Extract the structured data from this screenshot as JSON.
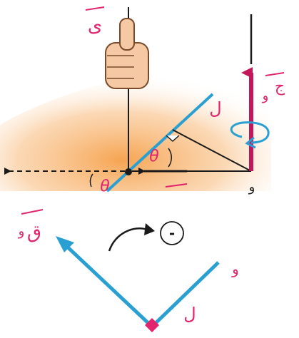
{
  "top_panel": {
    "labels": {
      "vector_y": "ى",
      "vector_z": "ج",
      "vector_z_sub": "و",
      "length": "ل",
      "angle_mid": "θ",
      "angle_bottom": "θ",
      "origin": "و"
    }
  },
  "bottom_panel": {
    "labels": {
      "vector_label": "ق",
      "vector_sub": "و",
      "length": "ل",
      "right_end": "و",
      "sign": "-"
    }
  },
  "colors": {
    "magenta": "#c2185b",
    "blue": "#2aa0d2",
    "pink_text": "#e0246e",
    "black": "#1a1a1a",
    "orange": "#f59a3e"
  }
}
